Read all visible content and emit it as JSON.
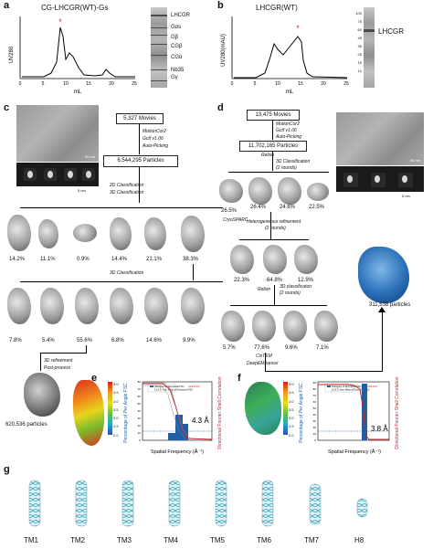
{
  "panel_labels": {
    "a": "a",
    "b": "b",
    "c": "c",
    "d": "d",
    "e": "e",
    "f": "f",
    "g": "g"
  },
  "panel_a": {
    "title": "CG-LHCGR(WT)-Gs",
    "ylabel": "UV280",
    "xlabel": "mL",
    "xticks": [
      "0",
      "5",
      "10",
      "15",
      "20",
      "25"
    ],
    "gel_labels": [
      "LHCGR",
      "Gαs",
      "Gβ",
      "CGβ",
      "CGα",
      "Nb35",
      "Gγ"
    ]
  },
  "panel_b": {
    "title": "LHCGR(WT)",
    "ylabel": "UV280(mAU)",
    "xlabel": "mL",
    "xticks": [
      "0",
      "5",
      "10",
      "15",
      "20",
      "25"
    ],
    "gel_label": "LHCGR",
    "gel_markers": [
      "100",
      "75",
      "60",
      "45",
      "35",
      "25",
      "15",
      "10"
    ]
  },
  "panel_c": {
    "movies": "5,327 Movies",
    "step1": "MotionCor2",
    "step2": "Gctf v1.06",
    "step3": "Auto-Picking",
    "particles": "6,544,295 Particles",
    "scale1": "50 nm",
    "scale2": "5 nm",
    "cls2d": "2D Classification",
    "cls3d": "3D Classification",
    "round1_pcts": [
      "14.2%",
      "11.1%",
      "0.9%",
      "14.4%",
      "21.1%",
      "38.3%"
    ],
    "cls3d_b": "3D Classification",
    "round2_pcts": [
      "7.8%",
      "5.4%",
      "55.6%",
      "6.8%",
      "14.6%",
      "9.9%"
    ],
    "refine": "3D refinement",
    "post": "Post-process",
    "final": "620,536 particles"
  },
  "panel_d": {
    "movies": "13,475 Movies",
    "step1": "MotionCor2",
    "step2": "Gctf v1.06",
    "step3": "Auto-Picking",
    "particles": "11,702,165 Particles",
    "relion1": "Relion",
    "cls3d": "3D Classification",
    "rounds": "(2 rounds)",
    "scale1": "50 nm",
    "scale2": "5 nm",
    "round1_pcts": [
      "26.5%",
      "26.4%",
      "24.6%",
      "22.5%"
    ],
    "cryosparc": "CryoSPARC",
    "hetero": "Heterogeneous refinement",
    "hetero_rounds": "(2 rounds)",
    "round2_pcts": [
      "22.3%",
      "64.8%",
      "12.9%"
    ],
    "relion2": "Relion",
    "cls3d_b": "3D classificaton",
    "rounds_b": "(2 rounds)",
    "round3_pcts": [
      "5.7%",
      "77.6%",
      "9.6%",
      "7.1%"
    ],
    "cistem": "CisTEM",
    "deepemh": "DeepEMhancer",
    "final": "311,538 particles"
  },
  "panel_e": {
    "cbar": [
      "5.0",
      "4.5",
      "4.0",
      "3.5",
      "3.0",
      "2.5",
      "2.0"
    ],
    "ylabel_left": "Percentage of Per Angle FSC",
    "ylabel_right": "Directional Fourier Shell Correlation",
    "xlabel": "Spatial Frequency (Å⁻¹)",
    "resolution": "4.3 Å",
    "legend": [
      "Histogram of Directional FSC",
      "Global FSC",
      "±1 S.D. from Mean of Directional FSC"
    ],
    "yticks": [
      "0",
      "10",
      "20",
      "30",
      "40",
      "50",
      "60",
      "70",
      "80"
    ]
  },
  "panel_f": {
    "cbar": [
      "5.0",
      "4.5",
      "4.0",
      "3.5",
      "3.0",
      "2.5",
      "2.0"
    ],
    "ylabel_left": "Percentage of Per Angle FSC",
    "ylabel_right": "Directional Fourier Shell Correlation",
    "xlabel": "Spatial Frequency (Å⁻¹)",
    "resolution": "3.8 Å",
    "legend": [
      "Histogram of Directional FSC",
      "Global FSC",
      "±1 S.D. from Mean of Directional FSC"
    ],
    "yticks": [
      "0",
      "10",
      "20",
      "30",
      "40",
      "50",
      "60",
      "70",
      "80",
      "90"
    ]
  },
  "panel_g": {
    "helices": [
      "TM1",
      "TM2",
      "TM3",
      "TM4",
      "TM5",
      "TM6",
      "TM7",
      "H8"
    ]
  }
}
